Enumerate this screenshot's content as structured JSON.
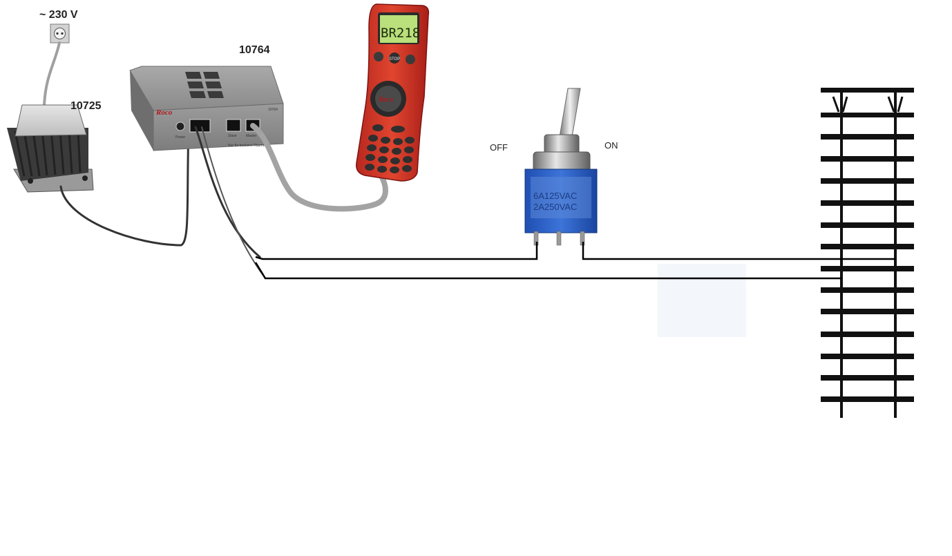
{
  "diagram": {
    "mains_label": "~ 230 V",
    "transformer_label": "10725",
    "booster_label": "10764",
    "booster_body": {
      "brand": "Roco",
      "model": "10764",
      "port_labels": [
        "Power",
        "Slave",
        "Master"
      ],
      "footer_text": "Nur für trockene Räume"
    },
    "handheld": {
      "brand": "Roco",
      "display_text": "BR218",
      "stop_label": "STOP"
    },
    "switch": {
      "off_label": "OFF",
      "on_label": "ON",
      "body_text": [
        "6A125VAC",
        "2A250VAC"
      ]
    }
  }
}
